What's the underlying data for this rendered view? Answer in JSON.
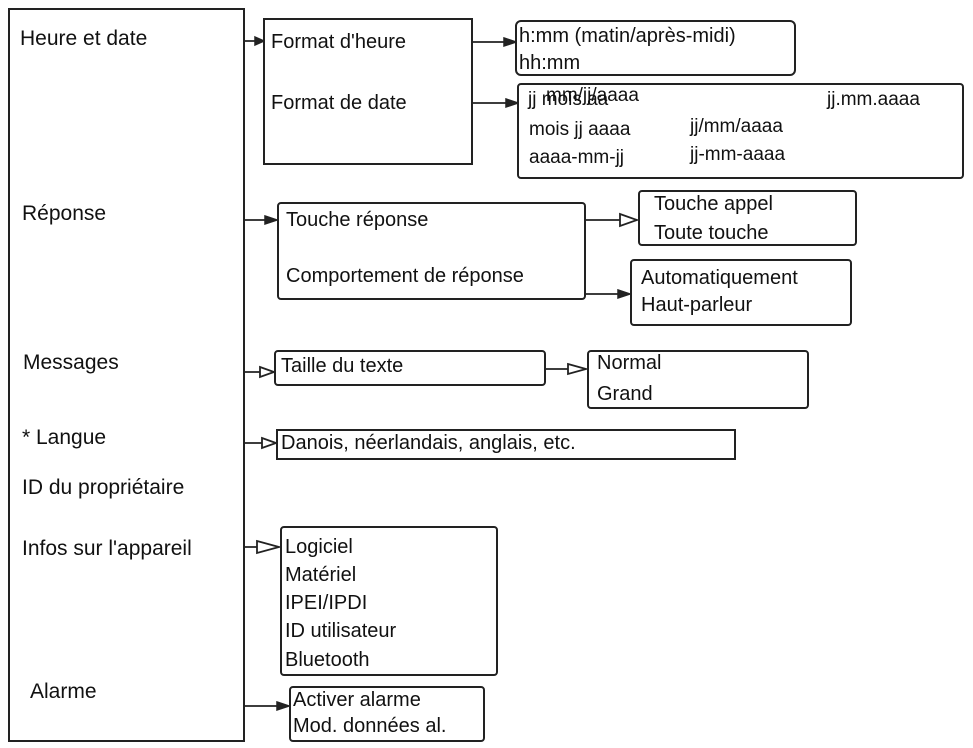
{
  "menu": {
    "items": [
      "Heure et date",
      "Réponse",
      "Messages",
      "* Langue",
      "ID du propriétaire",
      "Infos sur l'appareil",
      "Alarme"
    ]
  },
  "heure_et_date": {
    "submenu": [
      "Format d'heure",
      "Format de date"
    ],
    "format_heure": [
      "h:mm (matin/après-midi)",
      "hh:mm"
    ],
    "format_date": {
      "overlap_a": "jj mois aa",
      "overlap_b": "mm/jj/aaaa",
      "col1": [
        "mois jj aaaa",
        "aaaa-mm-jj"
      ],
      "col2": [
        "jj/mm/aaaa",
        "jj-mm-aaaa"
      ],
      "col3": [
        "jj.mm.aaaa"
      ]
    }
  },
  "reponse": {
    "submenu": [
      "Touche réponse",
      "Comportement de réponse"
    ],
    "touche_reponse": [
      "Touche appel",
      "Toute touche"
    ],
    "comportement": [
      "Automatiquement",
      "Haut-parleur"
    ]
  },
  "messages": {
    "submenu": [
      "Taille du texte"
    ],
    "taille_texte": [
      "Normal",
      "Grand"
    ]
  },
  "langue": {
    "options": "Danois, néerlandais, anglais, etc."
  },
  "infos_appareil": {
    "items": [
      "Logiciel",
      "Matériel",
      "IPEI/IPDI",
      "ID utilisateur",
      "Bluetooth"
    ]
  },
  "alarme": {
    "items": [
      "Activer alarme",
      "Mod. données al."
    ]
  }
}
